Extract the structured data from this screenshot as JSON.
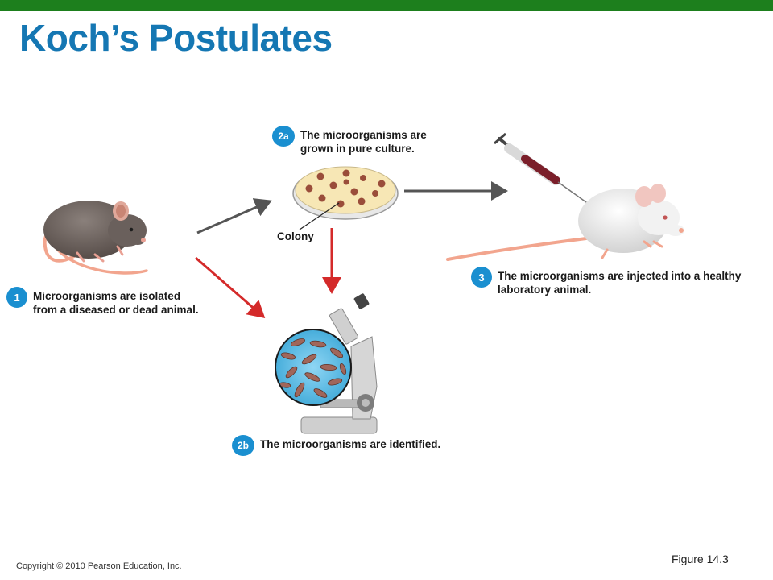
{
  "title": "Koch’s Postulates",
  "steps": {
    "s1": {
      "badge": "1",
      "line1": "Microorganisms are isolated",
      "line2": "from a diseased or dead animal."
    },
    "s2a": {
      "badge": "2a",
      "line1": "The microorganisms are",
      "line2": "grown in pure culture."
    },
    "s2b": {
      "badge": "2b",
      "line1": "The microorganisms are identified."
    },
    "s3": {
      "badge": "3",
      "line1": "The microorganisms are injected into a healthy",
      "line2": "laboratory animal."
    }
  },
  "colony_label": "Colony",
  "figure_label": "Figure 14.3",
  "copyright": "Copyright © 2010 Pearson Education, Inc.",
  "colors": {
    "header_bar": "#1d7f1d",
    "title": "#1577b3",
    "badge": "#1a8fd0",
    "arrow_gray": "#555555",
    "arrow_red": "#d42a2a",
    "sick_mouse": "#6f6460",
    "healthy_mouse": "#eeeeee",
    "tail": "#f2a58e",
    "culture_medium": "#f7e7b5",
    "colony": "#9a4d3a",
    "slide_field": "#6fc4ea"
  },
  "icons": [
    "sick-mouse",
    "petri-dish",
    "syringe",
    "healthy-mouse",
    "microscope",
    "magnified-bacteria"
  ]
}
